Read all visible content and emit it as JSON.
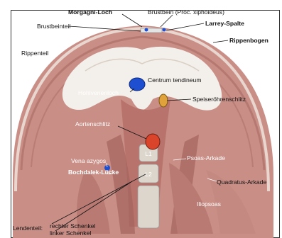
{
  "labels": {
    "morgagni": "Morgagni-Loch",
    "brustbein": "Brustbein (Proc. xiphoideus)",
    "brustbeinteil": "Brustbeinteil",
    "larrey": "Larrey-Spalte",
    "rippenbogen": "Rippenbogen",
    "rippenteil": "Rippenteil",
    "centrum": "Centrum tendineum",
    "hohlvenenloch": "Hohlvenenloch",
    "speiseroehrenschlitz": "Speiseröhrenschlitz",
    "aortenschlitz": "Aortenschlitz",
    "vena_azygos": "Vena azygos",
    "bochdalek": "Bochdalek-Lücke",
    "psoas_arkade": "Psoas-Arkade",
    "quadratus_arkade": "Quadratus-Arkade",
    "iliopsoas": "Iliopsoas",
    "lendenteil": "Lendenteil:",
    "rechter_schenkel": "rechter Schenkel",
    "linker_schenkel": "linker Schenkel"
  },
  "vertebrae": [
    "L1",
    "L2"
  ],
  "colors": {
    "muscle": "#c98e86",
    "muscle_dark": "#a4645e",
    "tendon": "#f3efea",
    "vena_cava": "#1f4fd1",
    "aorta": "#d9442a",
    "esophagus": "#e0a23a",
    "bone": "#dcd6cc"
  }
}
